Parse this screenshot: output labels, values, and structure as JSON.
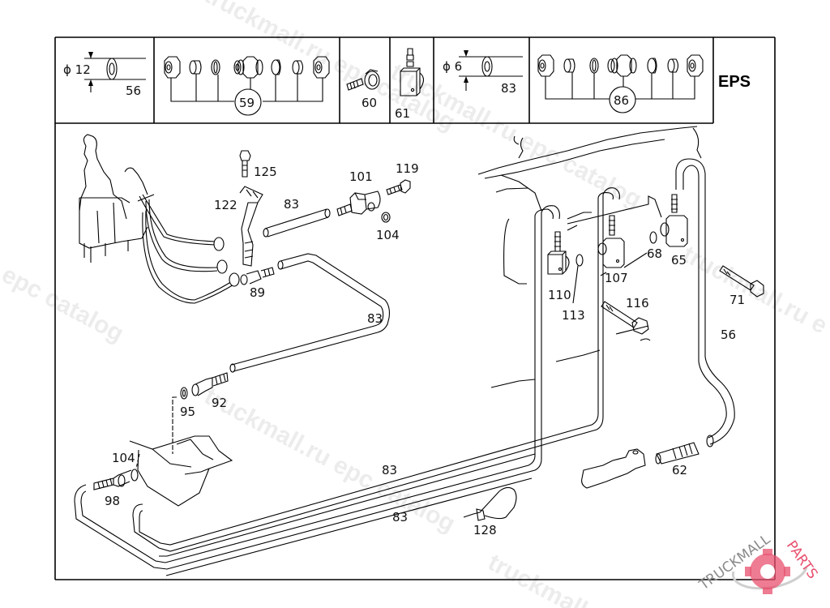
{
  "catalog": {
    "group_code": "EPS",
    "header_cells": [
      {
        "kind": "tube",
        "diameter_label": "ϕ 12",
        "part": "56"
      },
      {
        "kind": "fitting-set",
        "part": "59"
      },
      {
        "kind": "part",
        "part": "60"
      },
      {
        "kind": "part",
        "part": "61"
      },
      {
        "kind": "tube",
        "diameter_label": "ϕ 6",
        "part": "83"
      },
      {
        "kind": "fitting-set",
        "part": "86"
      }
    ],
    "callouts": {
      "p125": "125",
      "p122": "122",
      "p83a": "83",
      "p101": "101",
      "p119": "119",
      "p104a": "104",
      "p89": "89",
      "p83b": "83",
      "p95": "95",
      "p92": "92",
      "p104b": "104",
      "p98": "98",
      "p83c": "83",
      "p83d": "83",
      "p128": "128",
      "p110": "110",
      "p113": "113",
      "p107": "107",
      "p68": "68",
      "p65": "65",
      "p116": "116",
      "p71": "71",
      "p56": "56",
      "p62": "62"
    }
  },
  "watermarks": {
    "text1": "truckmall.ru epc catalog",
    "text2": "truckmall.ru epc catalog",
    "text3": "epc catalog",
    "text4": "truckmall.ru epc catalog",
    "text5": "epc catalog",
    "text6": "truckmall.ru",
    "text7": "truckmall.ru e"
  },
  "logo": {
    "text_dark": "TRUCKMALL",
    "text_accent": "PARTS",
    "accent_color": "#e8506e",
    "dark_color": "#8a8a8a"
  }
}
